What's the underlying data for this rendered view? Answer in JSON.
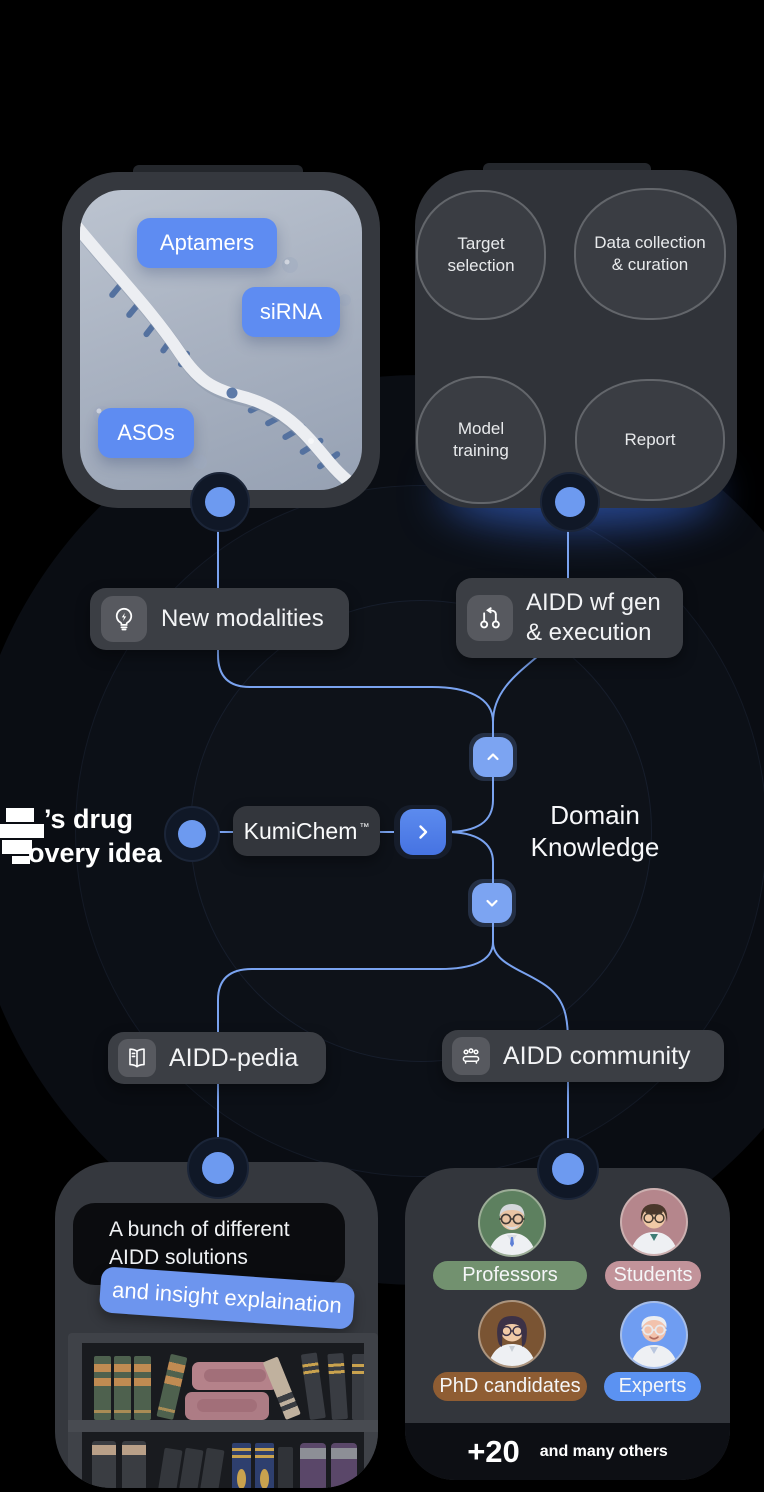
{
  "colors": {
    "accent_blue": "#5e8cf2",
    "line_blue": "#7aa3f0",
    "node_blue": "#6d9af0",
    "light_button_blue": "#7ca4f2",
    "action_blue": "#4b7ee8",
    "pill_gray": "#3b3e44",
    "chip_gray": "#57595f",
    "card_gray": "#35383e",
    "card_inner": "#303339",
    "blob_gray": "#3a3d43",
    "blob_border": "#63666b",
    "black_box": "#0b0c0f",
    "band_black": "#0d0f14",
    "tag_blue": "#6d95ee",
    "professors_pill": "#72916f",
    "professors_bg": "#5d805f",
    "students_pill": "#c2939a",
    "students_bg": "#b5868c",
    "phd_pill": "#8f5d33",
    "phd_bg": "#7a5433",
    "experts_pill": "#5b92f2",
    "experts_bg": "#6f9df2"
  },
  "modalities_card": {
    "labels": [
      "Aptamers",
      "siRNA",
      "ASOs"
    ]
  },
  "workflow_card": {
    "steps": [
      "Target selection",
      "Data collection & curation",
      "Model training",
      "Report"
    ]
  },
  "features": {
    "new_modalities": "New modalities",
    "workflow": "AIDD wf gen & execution",
    "pedia": "AIDD-pedia",
    "community": "AIDD community"
  },
  "center": {
    "idea_fragment_line1": "’s drug",
    "idea_fragment_line2": "overy idea",
    "product_name": "KumiChem",
    "trademark": "™",
    "domain_knowledge": "Domain Knowledge"
  },
  "pedia_card": {
    "headline": "A bunch of different AIDD solutions",
    "tag": "and insight explaination"
  },
  "community_card": {
    "roles": [
      "Professors",
      "Students",
      "PhD candidates",
      "Experts"
    ],
    "more_count": "+20",
    "more_label": "and many others"
  }
}
